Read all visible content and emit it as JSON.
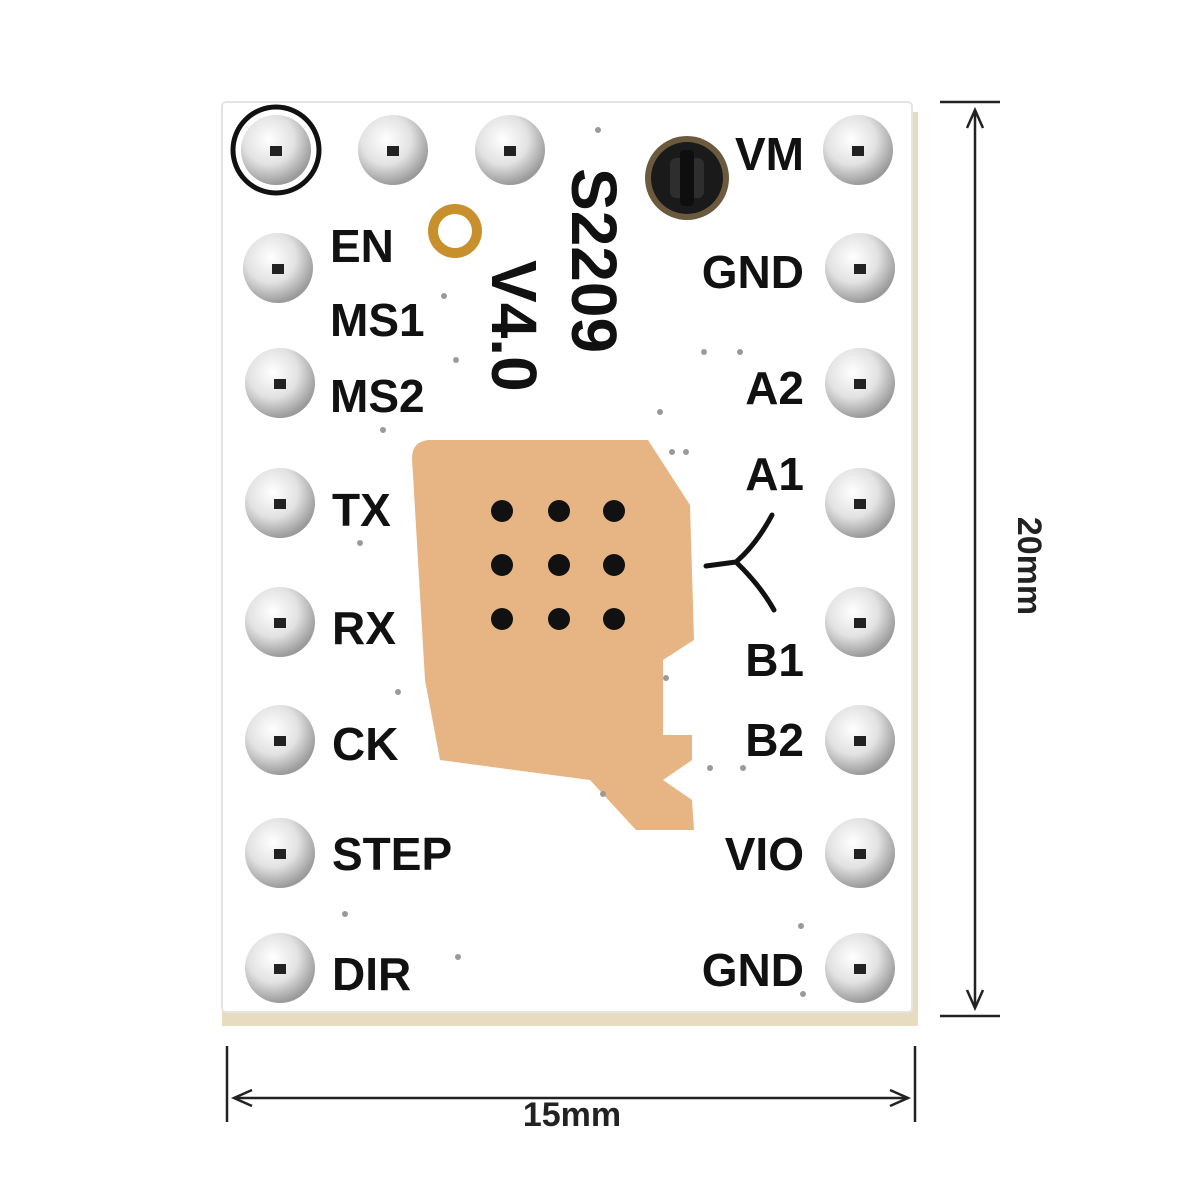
{
  "board": {
    "model": "S2209",
    "version": "V4.0",
    "colors": {
      "pcb": "#ffffff",
      "pcb_edge": "#e8dcc0",
      "copper_pad": "#e6b583",
      "via_ring": "#c8902c",
      "silkscreen": "#111111",
      "pin_metal": "#d6d6d6"
    }
  },
  "left_labels": {
    "en": "EN",
    "ms1": "MS1",
    "ms2": "MS2",
    "tx": "TX",
    "rx": "RX",
    "ck": "CK",
    "step": "STEP",
    "dir": "DIR"
  },
  "right_labels": {
    "vm": "VM",
    "gnd_top": "GND",
    "a2": "A2",
    "a1": "A1",
    "b1": "B1",
    "b2": "B2",
    "vio": "VIO",
    "gnd_bottom": "GND"
  },
  "dimensions": {
    "width": "15mm",
    "height": "20mm"
  }
}
